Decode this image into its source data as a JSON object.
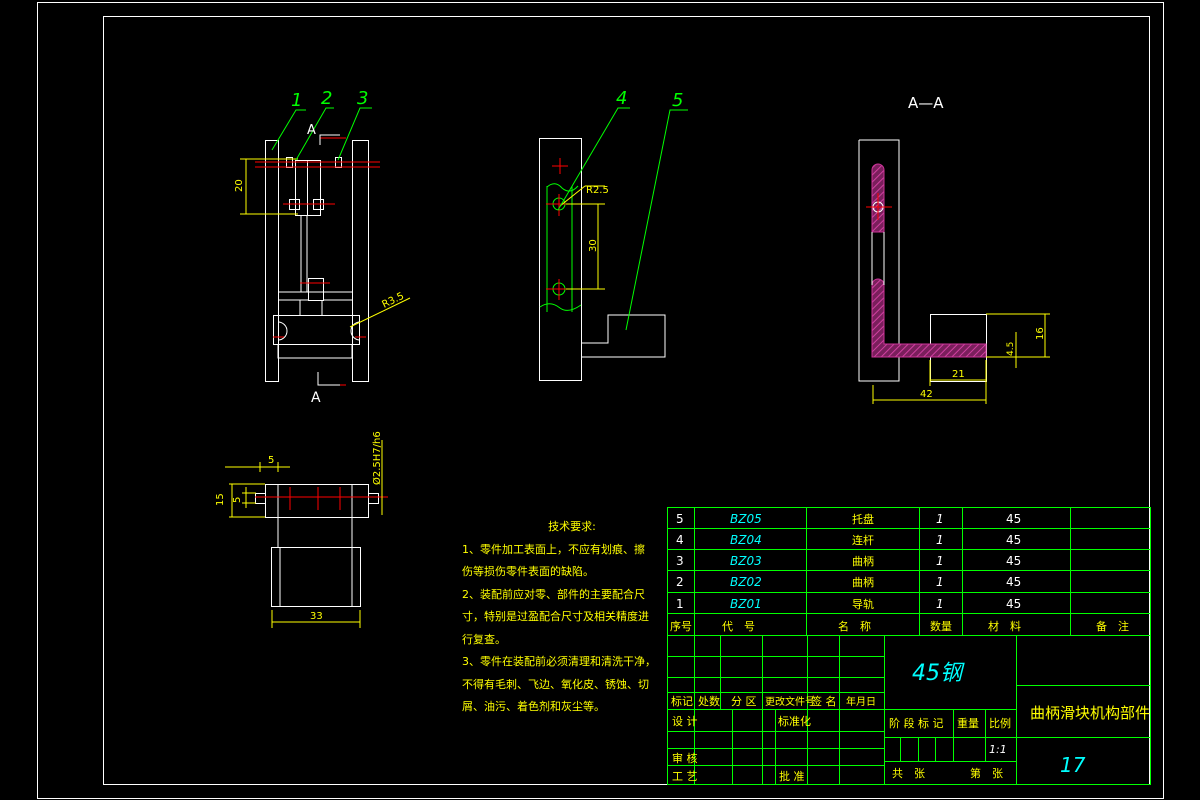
{
  "colors": {
    "frame": "#ffffff",
    "outline_green": "#00ff00",
    "dimension_yellow": "#ffff00",
    "center_red": "#ff0000",
    "section_hatch": "#cc3399",
    "table_cyan": "#00ffff"
  },
  "views": {
    "front": {
      "balloons": [
        "1",
        "2",
        "3"
      ],
      "cut_letter_top": "A",
      "cut_letter_bottom": "A",
      "dim_height": "20",
      "dim_radius": "R3.5"
    },
    "side": {
      "balloons": [
        "4",
        "5"
      ],
      "dim_radius": "R2.5",
      "dim_length": "30"
    },
    "section": {
      "title": "A—A",
      "dim_width_inner": "21",
      "dim_width_total": "42",
      "dim_height": "16",
      "dim_thickness": "4.5"
    },
    "top": {
      "dim_top": "5",
      "dim_left_outer": "15",
      "dim_left_inner": "5",
      "dim_fit": "Ø2.5H7/h6",
      "dim_bottom": "33"
    }
  },
  "technical_requirements": {
    "heading": "技术要求:",
    "lines": [
      "1、零件加工表面上，不应有划痕、擦",
      "伤等损伤零件表面的缺陷。",
      "2、装配前应对零、部件的主要配合尺",
      "寸，特别是过盈配合尺寸及相关精度进",
      "行复查。",
      "3、零件在装配前必须清理和清洗干净，",
      "不得有毛刺、飞边、氧化皮、锈蚀、切",
      "屑、油污、着色剂和灰尘等。"
    ]
  },
  "parts_list": {
    "rows": [
      {
        "no": "5",
        "code": "BZ05",
        "name": "托盘",
        "qty": "1",
        "material": "45"
      },
      {
        "no": "4",
        "code": "BZ04",
        "name": "连杆",
        "qty": "1",
        "material": "45"
      },
      {
        "no": "3",
        "code": "BZ03",
        "name": "曲柄",
        "qty": "1",
        "material": "45"
      },
      {
        "no": "2",
        "code": "BZ02",
        "name": "曲柄",
        "qty": "1",
        "material": "45"
      },
      {
        "no": "1",
        "code": "BZ01",
        "name": "导轨",
        "qty": "1",
        "material": "45"
      }
    ],
    "headers": {
      "no": "序号",
      "code": "代　号",
      "name": "名　称",
      "qty": "数量",
      "material": "材　料",
      "remark": "备　注"
    }
  },
  "title_block": {
    "material": "45钢",
    "drawing_title": "曲柄滑块机构部件",
    "sheet_number": "17",
    "scale_value": "1:1",
    "labels": {
      "mark": "标记",
      "count": "处数",
      "zone": "分 区",
      "change_doc": "更改文件号",
      "signature": "签 名",
      "date": "年月日",
      "design": "设 计",
      "standardization": "标准化",
      "stage_mark": "阶 段 标 记",
      "weight": "重量",
      "scale": "比例",
      "review": "审 核",
      "process": "工 艺",
      "approve": "批 准",
      "total": "共　张",
      "sheet": "第　张"
    }
  }
}
